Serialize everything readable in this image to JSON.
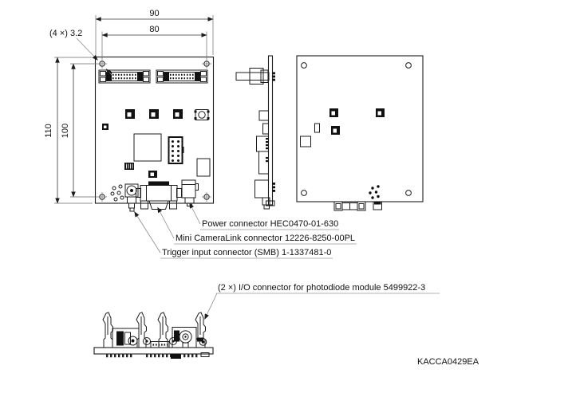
{
  "page": {
    "background": "#ffffff",
    "line_color": "#1c1c1c"
  },
  "dimensions": {
    "board_width": "90",
    "hole_pitch_width": "80",
    "board_height": "110",
    "hole_pitch_height": "100",
    "mounting_hole_note": "(4 ×) 3.2"
  },
  "callouts": {
    "power": "Power connector HEC0470-01-630",
    "camera_link": "Mini CameraLink connector 12226-8250-00PL",
    "trigger": "Trigger input connector (SMB) 1-1337481-0",
    "io": "(2 ×) I/O connector for photodiode module 5499922-3"
  },
  "document_number": "KACCA0429EA"
}
